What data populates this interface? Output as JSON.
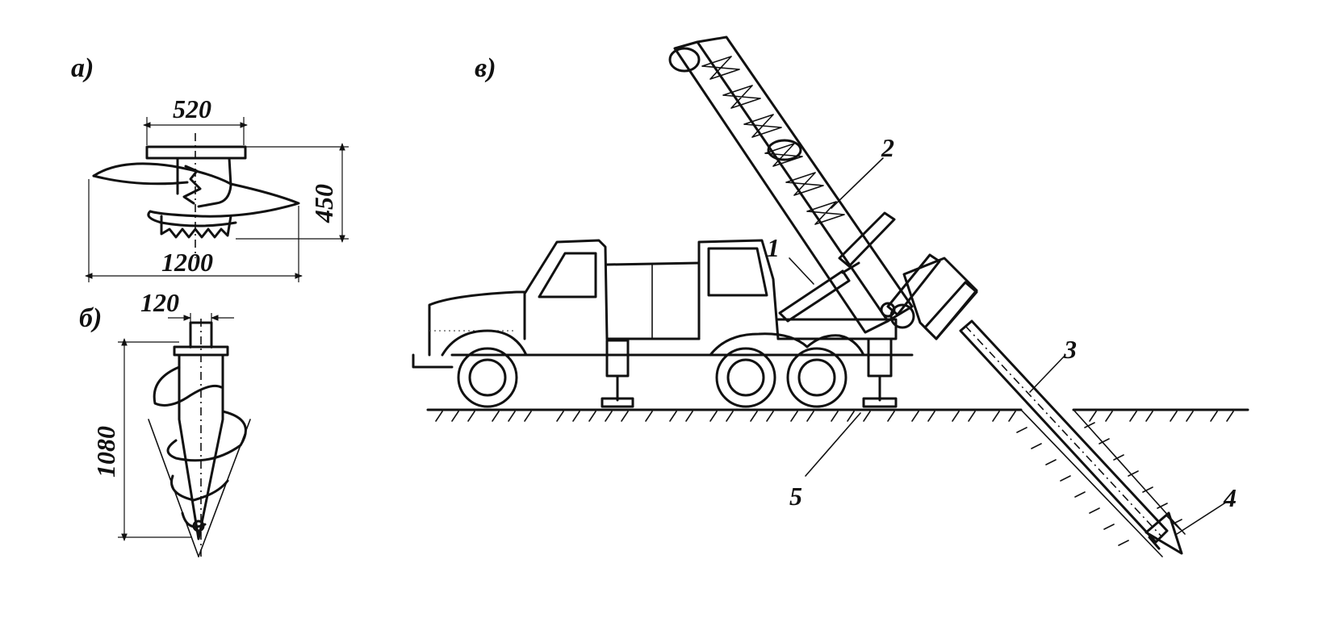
{
  "panels": {
    "a": {
      "label": "а)",
      "dim_top": "520",
      "dim_bottom": "1200",
      "dim_height": "450"
    },
    "b": {
      "label": "б)",
      "dim_top": "120",
      "dim_height": "1080"
    },
    "v": {
      "label": "в)",
      "callouts": [
        "1",
        "2",
        "3",
        "4",
        "5"
      ]
    }
  },
  "colors": {
    "ink": "#111111",
    "background": "#ffffff"
  }
}
